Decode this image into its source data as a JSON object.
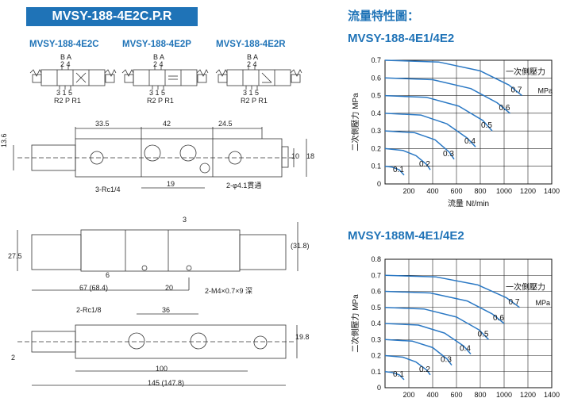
{
  "header": {
    "model_title": "MVSY-188-4E2C.P.R",
    "variants": [
      "MVSY-188-4E2C",
      "MVSY-188-4E2P",
      "MVSY-188-4E2R"
    ],
    "port_top_letters": "B A",
    "port_top_numbers": "2 4",
    "port_bottom_numbers": "3 1 5",
    "port_bottom_letters": "R2 P R1"
  },
  "top_view": {
    "dims": [
      "33.5",
      "42",
      "24.5",
      "13.6",
      "10",
      "18",
      "19",
      "3-Rc1/4",
      "2-φ4.1貫通"
    ]
  },
  "side_view": {
    "dims": [
      "3",
      "27.5",
      "(31.8)",
      "6",
      "67 (68.4)",
      "20",
      "2-M4×0.7×9 深"
    ]
  },
  "bottom_view": {
    "dims": [
      "2-Rc1/8",
      "36",
      "19.8",
      "2",
      "100",
      "145 (147.8)"
    ]
  },
  "flow_heading": "流量特性圖：",
  "chart_data": [
    {
      "type": "line",
      "title": "MVSY-188-4E1/4E2",
      "xlabel": "流量 Nℓ/min",
      "ylabel": "二次側壓力 MPa",
      "legend_label": "一次側壓力",
      "unit_label": "MPa",
      "xlim": [
        0,
        1400
      ],
      "ylim": [
        0,
        0.7
      ],
      "x_ticks": [
        "200",
        "400",
        "600",
        "800",
        "1000",
        "1200",
        "1400"
      ],
      "y_ticks": [
        "0",
        "0.1",
        "0.2",
        "0.3",
        "0.4",
        "0.5",
        "0.6",
        "0.7"
      ],
      "grid": true,
      "series": [
        {
          "name": "0.1",
          "points": [
            [
              0,
              0.1
            ],
            [
              60,
              0.095
            ],
            [
              120,
              0.08
            ],
            [
              160,
              0.05
            ]
          ]
        },
        {
          "name": "0.2",
          "points": [
            [
              0,
              0.2
            ],
            [
              150,
              0.19
            ],
            [
              260,
              0.16
            ],
            [
              350,
              0.11
            ],
            [
              380,
              0.08
            ]
          ]
        },
        {
          "name": "0.3",
          "points": [
            [
              0,
              0.3
            ],
            [
              250,
              0.29
            ],
            [
              420,
              0.25
            ],
            [
              540,
              0.18
            ],
            [
              580,
              0.14
            ]
          ]
        },
        {
          "name": "0.4",
          "points": [
            [
              0,
              0.4
            ],
            [
              300,
              0.39
            ],
            [
              520,
              0.34
            ],
            [
              690,
              0.26
            ],
            [
              760,
              0.21
            ]
          ]
        },
        {
          "name": "0.5",
          "points": [
            [
              0,
              0.5
            ],
            [
              350,
              0.49
            ],
            [
              620,
              0.44
            ],
            [
              820,
              0.36
            ],
            [
              900,
              0.3
            ]
          ]
        },
        {
          "name": "0.6",
          "points": [
            [
              0,
              0.6
            ],
            [
              400,
              0.59
            ],
            [
              720,
              0.54
            ],
            [
              940,
              0.46
            ],
            [
              1050,
              0.4
            ]
          ]
        },
        {
          "name": "0.7",
          "points": [
            [
              0,
              0.7
            ],
            [
              450,
              0.69
            ],
            [
              800,
              0.64
            ],
            [
              1040,
              0.56
            ],
            [
              1150,
              0.5
            ]
          ]
        }
      ]
    },
    {
      "type": "line",
      "title": "MVSY-188M-4E1/4E2",
      "xlabel": "",
      "ylabel": "二次側壓力 MPa",
      "legend_label": "一次側壓力",
      "unit_label": "MPa",
      "xlim": [
        0,
        1400
      ],
      "ylim": [
        0,
        0.8
      ],
      "x_ticks": [
        "200",
        "400",
        "600",
        "800",
        "1000",
        "1200",
        "1400"
      ],
      "y_ticks": [
        "0",
        "0.1",
        "0.2",
        "0.3",
        "0.4",
        "0.5",
        "0.6",
        "0.7",
        "0.8"
      ],
      "grid": true,
      "series": [
        {
          "name": "0.1",
          "points": [
            [
              0,
              0.1
            ],
            [
              60,
              0.095
            ],
            [
              120,
              0.08
            ],
            [
              160,
              0.05
            ]
          ]
        },
        {
          "name": "0.2",
          "points": [
            [
              0,
              0.2
            ],
            [
              150,
              0.19
            ],
            [
              260,
              0.16
            ],
            [
              350,
              0.11
            ],
            [
              380,
              0.08
            ]
          ]
        },
        {
          "name": "0.3",
          "points": [
            [
              0,
              0.3
            ],
            [
              230,
              0.29
            ],
            [
              400,
              0.25
            ],
            [
              520,
              0.18
            ],
            [
              560,
              0.14
            ]
          ]
        },
        {
          "name": "0.4",
          "points": [
            [
              0,
              0.4
            ],
            [
              280,
              0.39
            ],
            [
              500,
              0.34
            ],
            [
              660,
              0.26
            ],
            [
              720,
              0.21
            ]
          ]
        },
        {
          "name": "0.5",
          "points": [
            [
              0,
              0.5
            ],
            [
              330,
              0.49
            ],
            [
              600,
              0.44
            ],
            [
              790,
              0.36
            ],
            [
              870,
              0.3
            ]
          ]
        },
        {
          "name": "0.6",
          "points": [
            [
              0,
              0.6
            ],
            [
              380,
              0.59
            ],
            [
              690,
              0.54
            ],
            [
              900,
              0.46
            ],
            [
              1000,
              0.4
            ]
          ]
        },
        {
          "name": "0.7",
          "points": [
            [
              0,
              0.7
            ],
            [
              430,
              0.69
            ],
            [
              780,
              0.64
            ],
            [
              1020,
              0.56
            ],
            [
              1130,
              0.5
            ]
          ]
        }
      ]
    }
  ]
}
